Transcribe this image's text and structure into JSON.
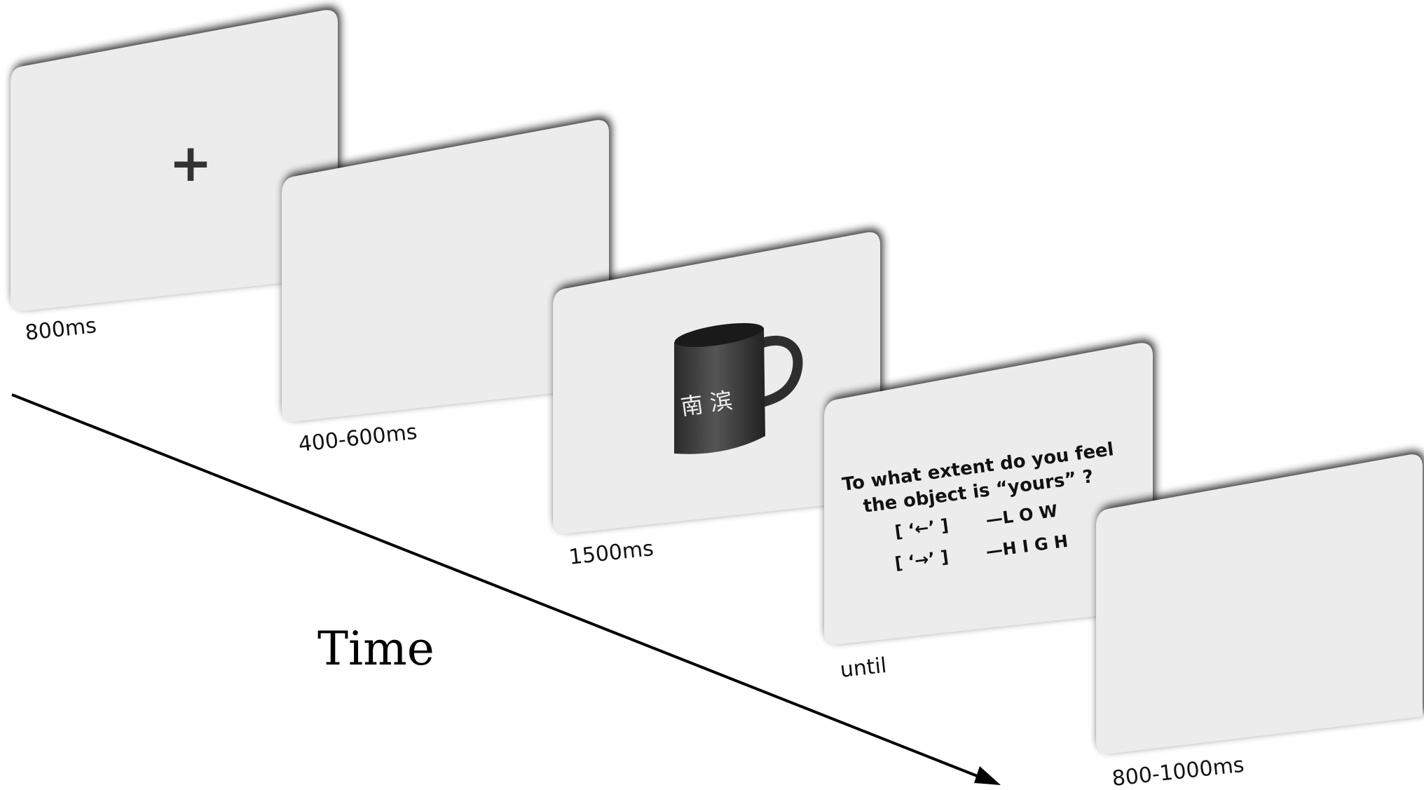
{
  "diagram": {
    "time_label": "Time",
    "screens": [
      {
        "id": "fixation",
        "duration": "800ms",
        "content": "+"
      },
      {
        "id": "blank",
        "duration": "400-600ms",
        "content": ""
      },
      {
        "id": "object",
        "duration": "1500ms",
        "content": "mug",
        "mug_text": "南 滨"
      },
      {
        "id": "rating",
        "duration": "until",
        "question_line1": "To what extent do you feel",
        "question_line2": "the object is  “yours” ?",
        "option_low_key": "[  ‘←’  ]",
        "option_low_label": "—L O W",
        "option_high_key": "[  ‘→’  ]",
        "option_high_label": "—H I G H"
      },
      {
        "id": "blank-iti",
        "duration": "800-1000ms",
        "content": ""
      }
    ]
  }
}
